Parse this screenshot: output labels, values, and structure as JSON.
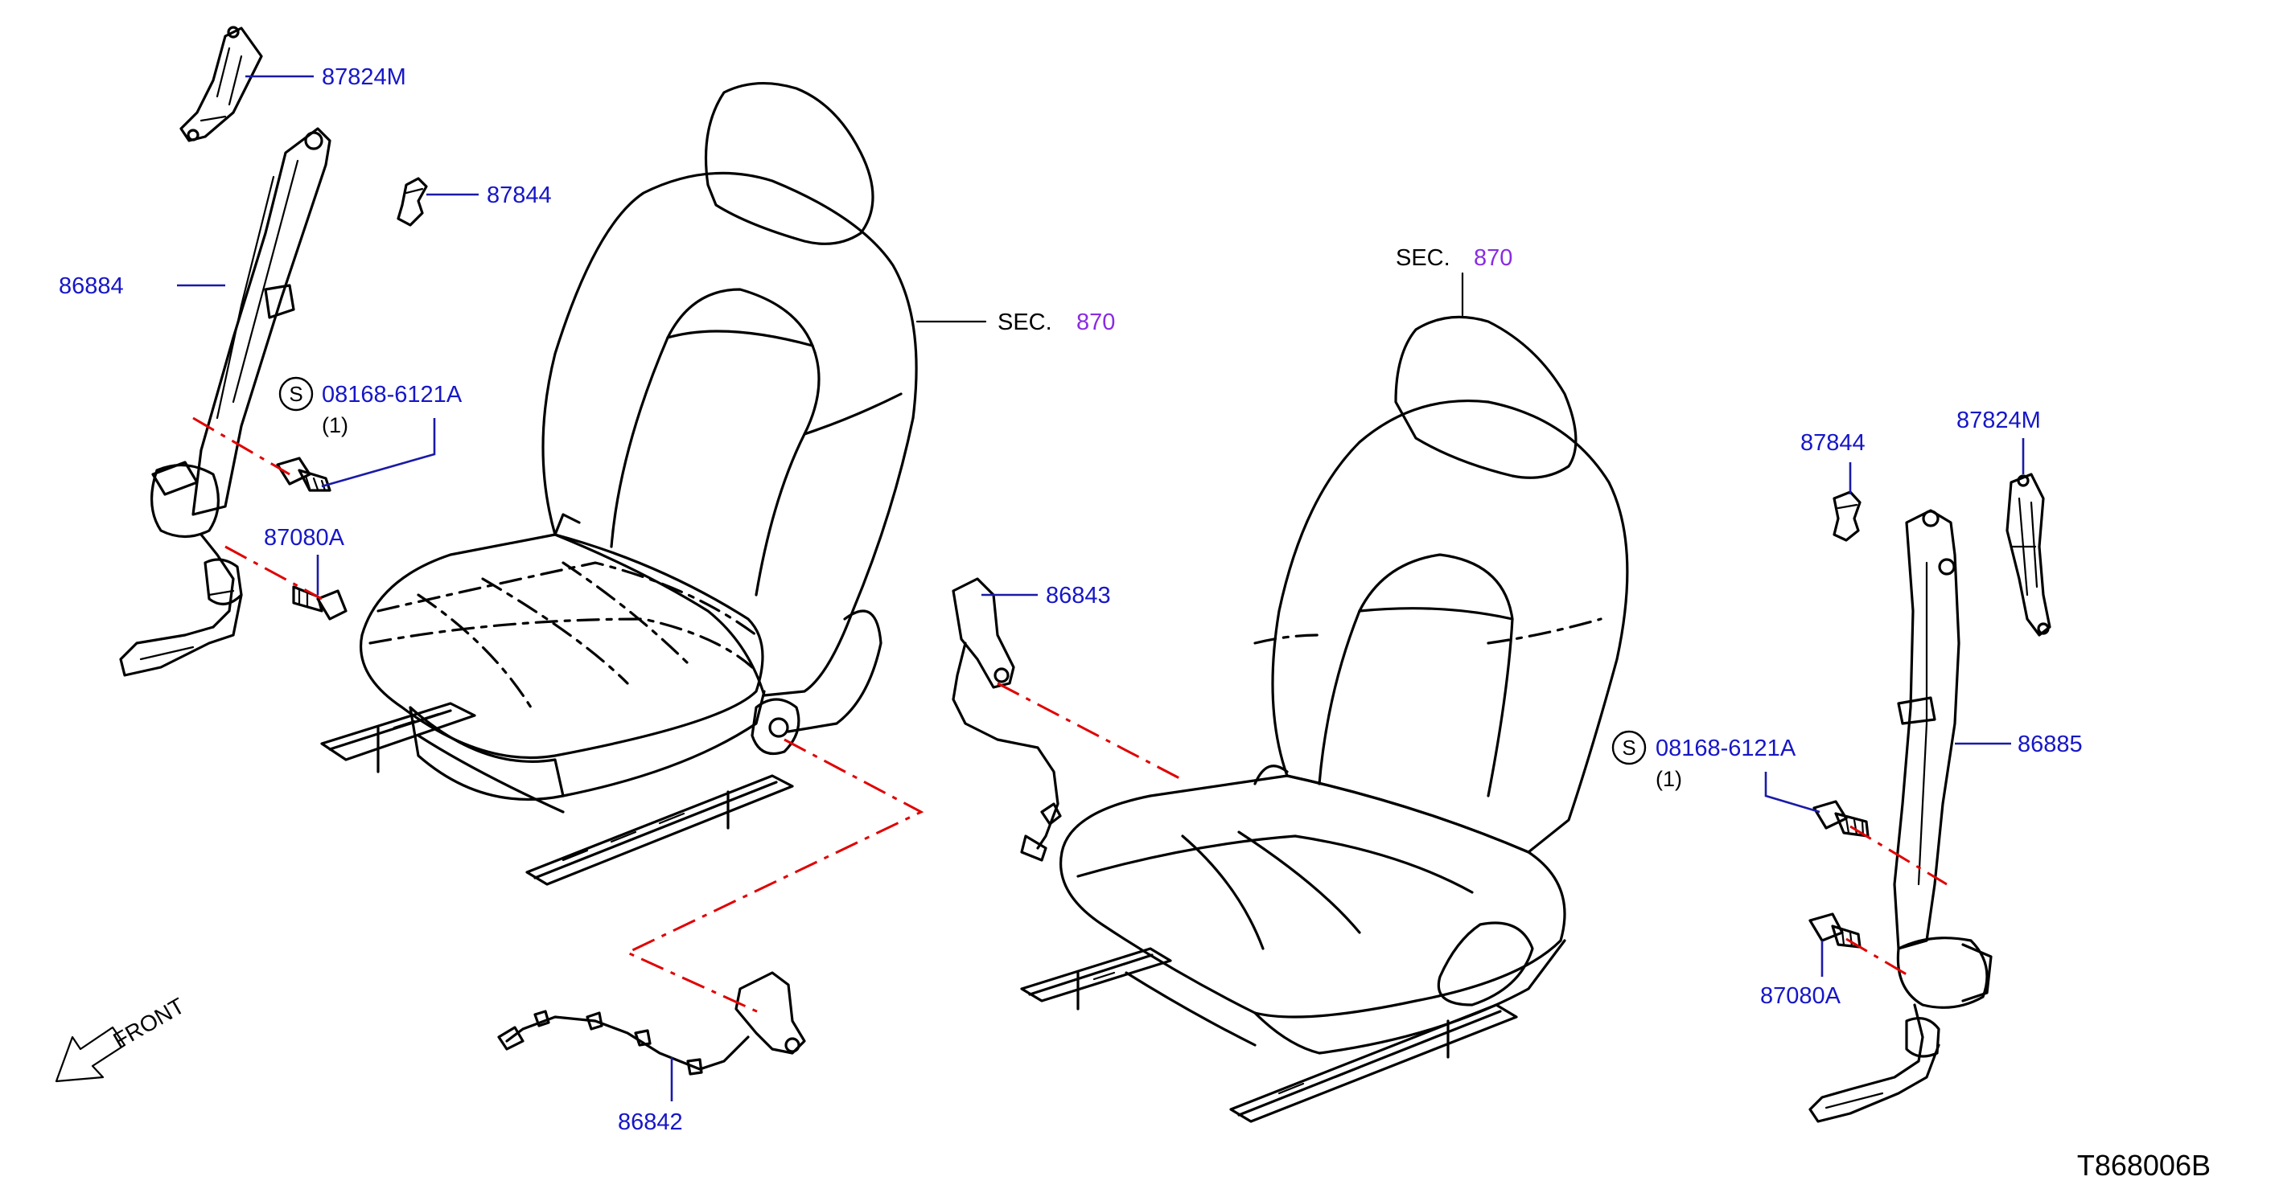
{
  "diagram_id": "T868006B",
  "front_indicator": "FRONT",
  "section_reference": {
    "prefix": "SEC.",
    "number": "870"
  },
  "standard_part_symbol": "S",
  "callouts": {
    "left_retractor_guide": "87824M",
    "left_cover": "87844",
    "left_belt_assembly": "86884",
    "left_bolt": "08168-6121A",
    "left_bolt_qty": "(1)",
    "left_anchor_bolt": "87080A",
    "center_buckle_upper": "86843",
    "center_buckle_lower": "86842",
    "right_cover": "87844",
    "right_retractor_guide": "87824M",
    "right_bolt": "08168-6121A",
    "right_bolt_qty": "(1)",
    "right_belt_assembly": "86885",
    "right_anchor_bolt": "87080A"
  },
  "colors": {
    "callout": "#1616c8",
    "section_number": "#8a2be2",
    "assembly_line": "#e00000",
    "outline": "#000000"
  }
}
